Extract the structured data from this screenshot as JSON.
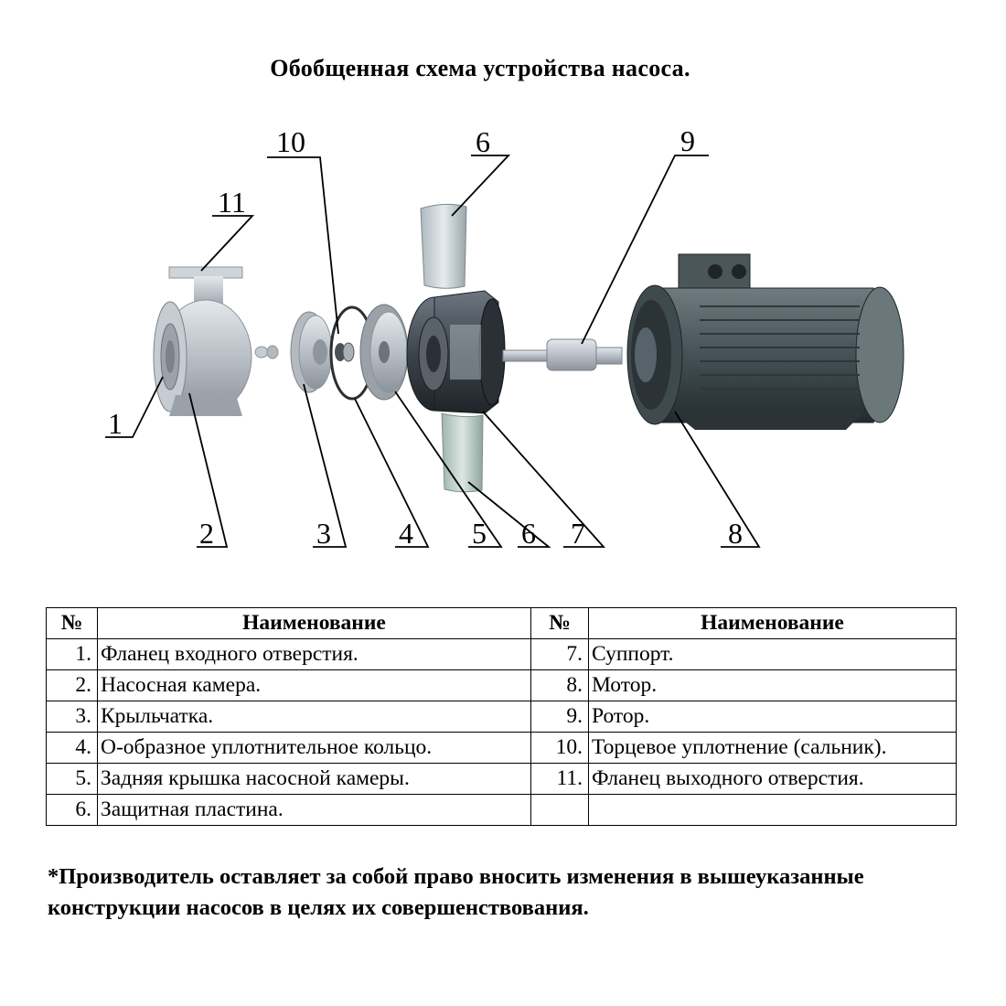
{
  "title": "Обобщенная схема устройства насоса.",
  "callouts": [
    "1",
    "2",
    "3",
    "4",
    "5",
    "6",
    "6",
    "7",
    "8",
    "9",
    "10",
    "11"
  ],
  "table": {
    "headers": [
      "№",
      "Наименование",
      "№",
      "Наименование"
    ],
    "rows": [
      {
        "n1": "1.",
        "name1": "Фланец входного отверстия.",
        "n2": "7.",
        "name2": "Суппорт."
      },
      {
        "n1": "2.",
        "name1": "Насосная камера.",
        "n2": "8.",
        "name2": "Мотор."
      },
      {
        "n1": "3.",
        "name1": "Крыльчатка.",
        "n2": "9.",
        "name2": "Ротор."
      },
      {
        "n1": "4.",
        "name1": "О-образное уплотнительное кольцо.",
        "n2": "10.",
        "name2": "Торцевое уплотнение (сальник)."
      },
      {
        "n1": "5.",
        "name1": "Задняя крышка насосной камеры.",
        "n2": "11.",
        "name2": "Фланец выходного отверстия."
      },
      {
        "n1": "6.",
        "name1": "Защитная пластина.",
        "n2": "",
        "name2": ""
      }
    ]
  },
  "note": "*Производитель оставляет за собой право вносить изменения в вышеуказанные конструкции насосов в целях их совершенствования."
}
